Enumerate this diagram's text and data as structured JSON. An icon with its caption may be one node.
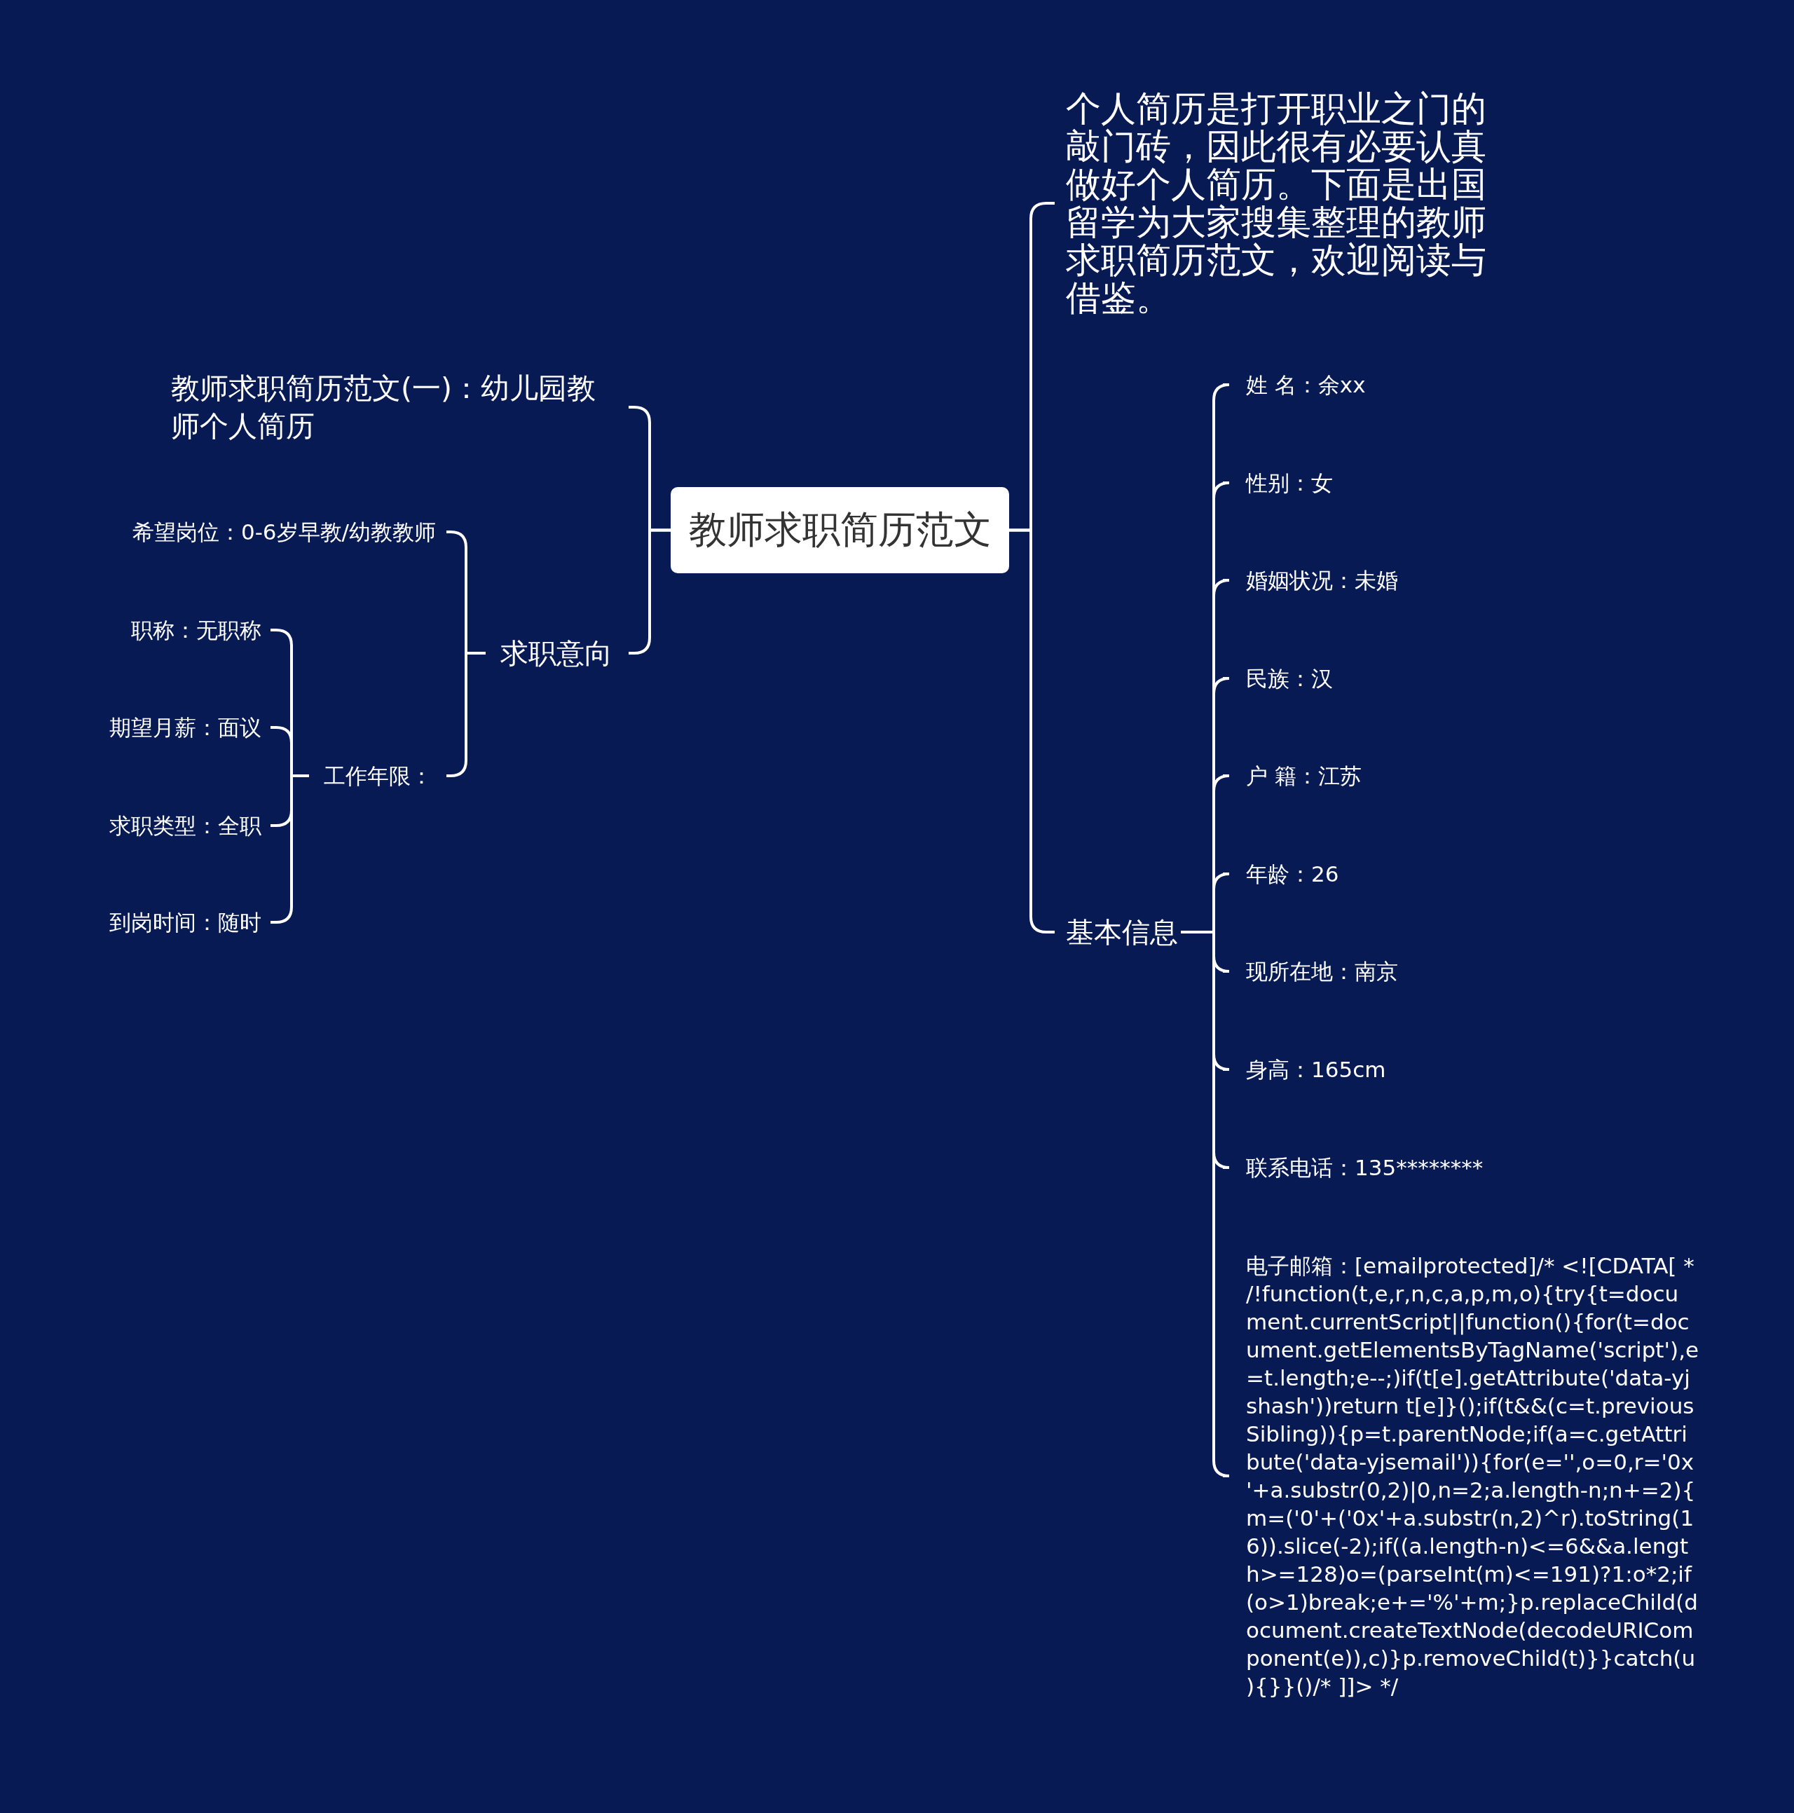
{
  "diagram": {
    "nodes": [
      {
        "text": [
          "教师求职简历范文"
        ]
      },
      {
        "text": [
          "个人简历是打开职业之门的敲门砖，因此很有必要认真做好个人简历。下面是出国留学为大家搜集整理的教师求职简历范文，欢迎阅读与借鉴。"
        ]
      },
      {
        "text": [
          "基本信息"
        ]
      },
      {
        "text": [
          "姓 名：余xx"
        ]
      },
      {
        "text": [
          "性别：女"
        ]
      },
      {
        "text": [
          "婚姻状况：未婚"
        ]
      },
      {
        "text": [
          "民族：汉"
        ]
      },
      {
        "text": [
          "户 籍：江苏"
        ]
      },
      {
        "text": [
          "年龄：26"
        ]
      },
      {
        "text": [
          "现所在地：南京"
        ]
      },
      {
        "text": [
          "身高：165cm"
        ]
      },
      {
        "text": [
          "联系电话：135********"
        ]
      },
      {
        "text": [
          "电子邮箱：[emailprotected]/* <![CDATA[ */!function(t,e,r,n,c,a,p,m,o){try{t=document.currentScript||function(){for(t=document.getElementsByTagName('script'),e=t.length;e--;)if(t[e].getAttribute('data-yjshash'))return t[e]}();if(t&&(c=t.previousSibling)){p=t.parentNode;if(a=c.getAttribute('data-yjsemail')){for(e='',o=0,r='0x'+a.substr(0,2)|0,n=2;a.length-n;n+=2){m=('0'+('0x'+a.substr(n,2)^r).toString(16)).slice(-2);if((a.length-n)<=6&&a.length>=128)o=(parseInt(m)<=191)?1:o*2;if(o>1)break;e+='%'+m;}p.replaceChild(document.createTextNode(decodeURIComponent(e)),c)}p.removeChild(t)}}catch(u){}}()/* ]]> */"
        ]
      },
      {
        "text": [
          "教师求职简历范文(一)：幼儿园教师个人简历"
        ]
      },
      {
        "text": [
          "求职意向"
        ]
      },
      {
        "text": [
          "希望岗位：0-6岁早教/幼教教师"
        ]
      },
      {
        "text": [
          "工作年限："
        ]
      },
      {
        "text": [
          "职称：无职称"
        ]
      },
      {
        "text": [
          "期望月薪：面议"
        ]
      },
      {
        "text": [
          "求职类型：全职"
        ]
      },
      {
        "text": [
          "到岗时间：随时"
        ]
      }
    ],
    "edges": [
      {
        "from": 0,
        "to": 1,
        "arrow": "none"
      },
      {
        "from": 0,
        "to": 2,
        "arrow": "none"
      },
      {
        "from": 2,
        "to": 3,
        "arrow": "none"
      },
      {
        "from": 2,
        "to": 4,
        "arrow": "none"
      },
      {
        "from": 2,
        "to": 5,
        "arrow": "none"
      },
      {
        "from": 2,
        "to": 6,
        "arrow": "none"
      },
      {
        "from": 2,
        "to": 7,
        "arrow": "none"
      },
      {
        "from": 2,
        "to": 8,
        "arrow": "none"
      },
      {
        "from": 2,
        "to": 9,
        "arrow": "none"
      },
      {
        "from": 2,
        "to": 10,
        "arrow": "none"
      },
      {
        "from": 2,
        "to": 11,
        "arrow": "none"
      },
      {
        "from": 2,
        "to": 12,
        "arrow": "none"
      },
      {
        "from": 0,
        "to": 13,
        "arrow": "none"
      },
      {
        "from": 0,
        "to": 14,
        "arrow": "none"
      },
      {
        "from": 14,
        "to": 15,
        "arrow": "none"
      },
      {
        "from": 14,
        "to": 16,
        "arrow": "none"
      },
      {
        "from": 16,
        "to": 17,
        "arrow": "none"
      },
      {
        "from": 16,
        "to": 18,
        "arrow": "none"
      },
      {
        "from": 16,
        "to": 19,
        "arrow": "none"
      },
      {
        "from": 16,
        "to": 20,
        "arrow": "none"
      }
    ]
  }
}
